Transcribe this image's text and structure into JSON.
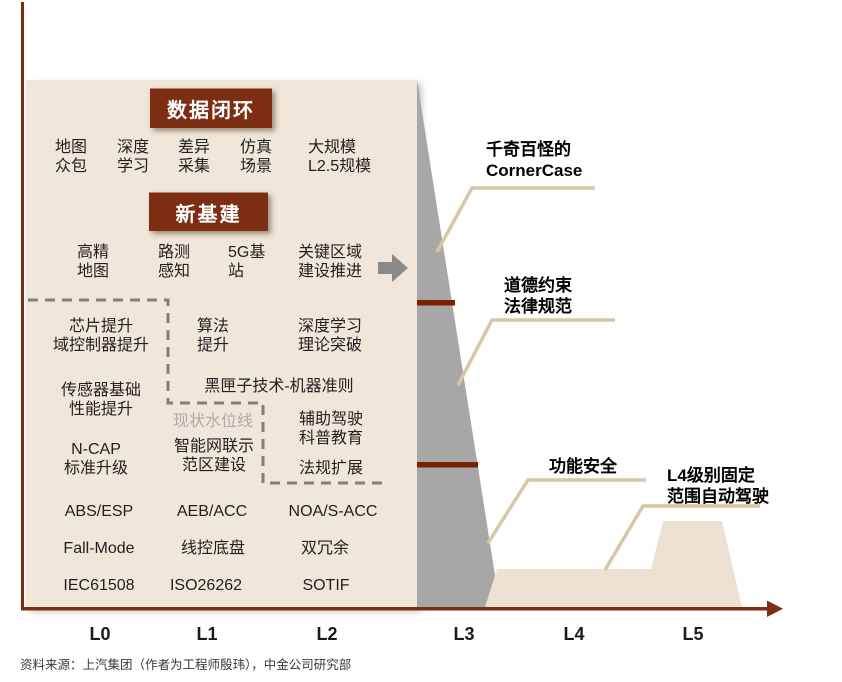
{
  "colors": {
    "accent_red": "#7C2D12",
    "bar_red": "#7A2100",
    "panel_beige": "#F0E6D9",
    "plateau_beige": "#ECE1D2",
    "slope_gray": "#A7A7A7",
    "leader_tan": "#D9C6A2",
    "dash_gray": "#808080",
    "waterline_gray": "#ACACAC"
  },
  "badges": {
    "data_loop": "数据闭环",
    "new_infra": "新基建"
  },
  "row1": [
    {
      "lines": [
        "地图",
        "众包"
      ]
    },
    {
      "lines": [
        "深度",
        "学习"
      ]
    },
    {
      "lines": [
        "差异",
        "采集"
      ]
    },
    {
      "lines": [
        "仿真",
        "场景"
      ]
    },
    {
      "lines": [
        "大规模",
        "L2.5规模"
      ]
    }
  ],
  "row2": [
    {
      "lines": [
        "高精",
        "地图"
      ]
    },
    {
      "lines": [
        "路测",
        "感知"
      ]
    },
    {
      "lines": [
        "5G基",
        "站"
      ]
    },
    {
      "lines": [
        "关键区域",
        "建设推进"
      ]
    }
  ],
  "grid": {
    "chip": {
      "lines": [
        "芯片提升",
        "域控制器提升"
      ]
    },
    "algo": {
      "lines": [
        "算法",
        "提升"
      ]
    },
    "deep": {
      "lines": [
        "深度学习",
        "理论突破"
      ]
    },
    "sensor": {
      "lines": [
        "传感器基础",
        "性能提升"
      ]
    },
    "blackbox": "黑匣子技术-机器准则",
    "waterline": "现状水位线",
    "assist": {
      "lines": [
        "辅助驾驶",
        "科普教育"
      ]
    },
    "ncap": {
      "lines": [
        "N-CAP",
        "标准升级"
      ]
    },
    "icv": {
      "lines": [
        "智能网联示",
        "范区建设"
      ]
    },
    "law": "法规扩展",
    "abs": "ABS/ESP",
    "aeb": "AEB/ACC",
    "noa": "NOA/S-ACC",
    "fall": "Fall-Mode",
    "chassis": "线控底盘",
    "redundancy": "双冗余",
    "iec": "IEC61508",
    "iso": "ISO26262",
    "sotif": "SOTIF"
  },
  "annotations": {
    "corner": {
      "lines": [
        "千奇百怪的",
        "CornerCase"
      ]
    },
    "ethics": {
      "lines": [
        "道德约束",
        "法律规范"
      ]
    },
    "safety": "功能安全",
    "l4": {
      "lines": [
        "L4级别固定",
        "范围自动驾驶"
      ]
    }
  },
  "axis": {
    "labels": [
      "L0",
      "L1",
      "L2",
      "L3",
      "L4",
      "L5"
    ]
  },
  "source": "资料来源：上汽集团（作者为工程师殷玮），中金公司研究部"
}
